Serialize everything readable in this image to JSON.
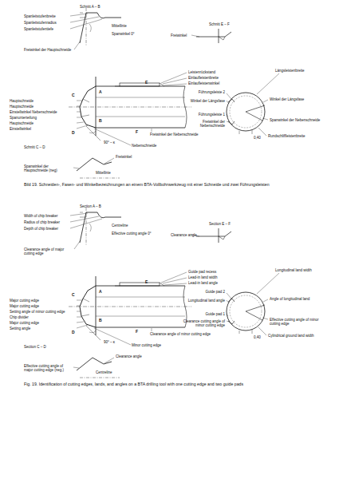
{
  "diagram": {
    "caption": "Bild 19. Schneiden-, Fasen- und Winkelbezeichnungen an einem BTA-Vollbohrwerkzeug mit einer Schneide und zwei Führungsleisten",
    "labels": [
      "Schnitt A – B",
      "Spanleitstufenbreite",
      "Spanleitstufenradius",
      "Spanleitstufentiefe",
      "Mittellinie",
      "Spanwinkel 0°",
      "Freiwinkel der Hauptschneide",
      "Schnitt E – F",
      "Freiwinkel",
      "Leistenrückstand",
      "Einlaufleistenbreite",
      "Einlaufleistenwinkel",
      "Längsleistenbreite",
      "Führungsleiste 2",
      "Winkel der Längsfase",
      "Winkel der Längsfase",
      "Führungsleiste 1",
      "Freiwinkel der Nebenschneide",
      "Spanwinkel der Nebenschneide",
      "Rundschliffleistenbreite",
      "0,40",
      "Hauptschneide",
      "Hauptschneide",
      "Einstellwinkel Nebenschneide",
      "Spanunterteilung",
      "Hauptschneide",
      "Einstellwinkel",
      "Freiwinkel der Nebenschneide",
      "90° – κ",
      "Nebenschneide",
      "Schnitt C – D",
      "Freiwinkel",
      "Spanwinkel der Hauptschneide (neg)",
      "Mittellinie",
      "A",
      "B",
      "C",
      "D",
      "E",
      "F",
      "Section A – B",
      "Width of chip breaker",
      "Radius of chip breaker",
      "Depth of chip breaker",
      "Centreline",
      "Effective cutting angle 0°",
      "Clearance angle of major cutting edge",
      "Section E – F",
      "Clearance angle",
      "Guide pad recess",
      "Lead-in land width",
      "Lead-in land angle",
      "Longitudinal land width",
      "Guide pad 2",
      "Longitudinal land angle",
      "Angle of longitudinal land",
      "Guide pad 1",
      "Clearance cutting angle of minor cutting edge",
      "Effective cutting angle of minor cutting edge",
      "Cylindrical ground land width",
      "0,40",
      "Major cutting edge",
      "Major cutting edge",
      "Setting angle of minor cutting edge",
      "Chip divider",
      "Major cutting edge",
      "Setting angle",
      "Clearance angle of minor cutting edge",
      "90° – κ",
      "Minor cutting edge",
      "Section C – D",
      "Clearance angle",
      "Effective cutting angle of major cutting edge (neg.)",
      "Centreline",
      "A",
      "B",
      "C",
      "D",
      "E",
      "F",
      "Fig. 19. Identification of cutting edges, lands, and angles on a BTA drilling tool with one cutting edge and two guide pads"
    ]
  }
}
